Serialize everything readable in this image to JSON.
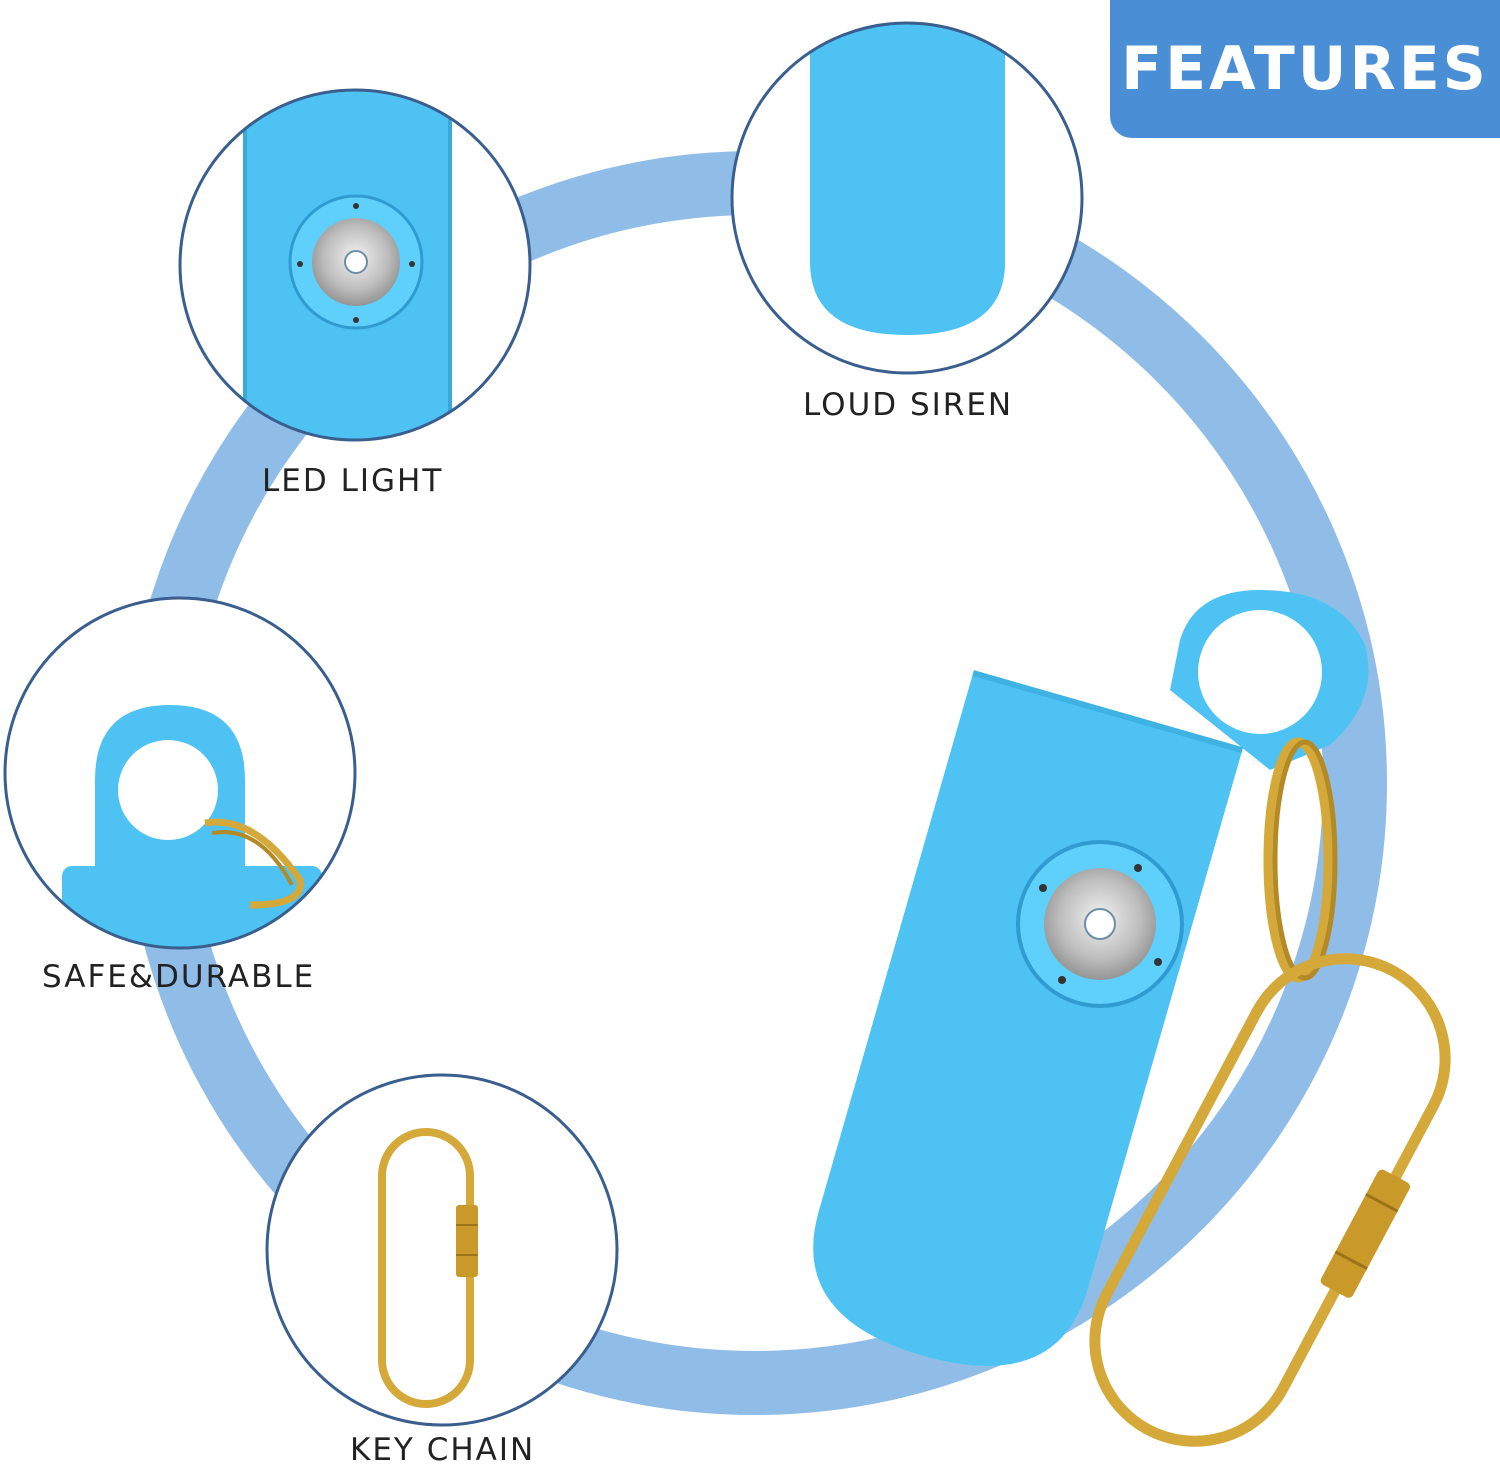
{
  "badge": {
    "label": "FEATURES"
  },
  "features": [
    {
      "id": "led",
      "label": "LED LIGHT",
      "icon": "led-light-icon"
    },
    {
      "id": "siren",
      "label": "LOUD SIREN",
      "icon": "siren-button-icon"
    },
    {
      "id": "durable",
      "label": "SAFE&DURABLE",
      "icon": "lanyard-loop-icon"
    },
    {
      "id": "keychain",
      "label": "KEY CHAIN",
      "icon": "carabiner-icon"
    }
  ],
  "product": {
    "icon": "personal-alarm-keychain-icon"
  },
  "colors": {
    "badge": "#4a8fd6",
    "ring": "#8fbde8",
    "device": "#4ec3f3",
    "gold": "#d4a93a",
    "circle_border": "#3a5f8f"
  }
}
